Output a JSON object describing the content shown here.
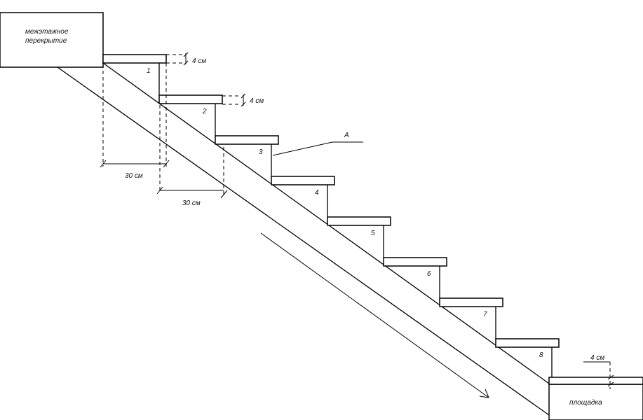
{
  "labels": {
    "floor_slab": [
      "межэтажное",
      "перекрытие"
    ],
    "landing": "площадка",
    "part_a": "A",
    "tread_thickness_1": "4 см",
    "tread_thickness_2": "4 см",
    "tread_thickness_landing": "4 см",
    "going_1": "30 см",
    "going_2": "30 см"
  },
  "steps": [
    "1",
    "2",
    "3",
    "4",
    "5",
    "6",
    "7",
    "8"
  ]
}
